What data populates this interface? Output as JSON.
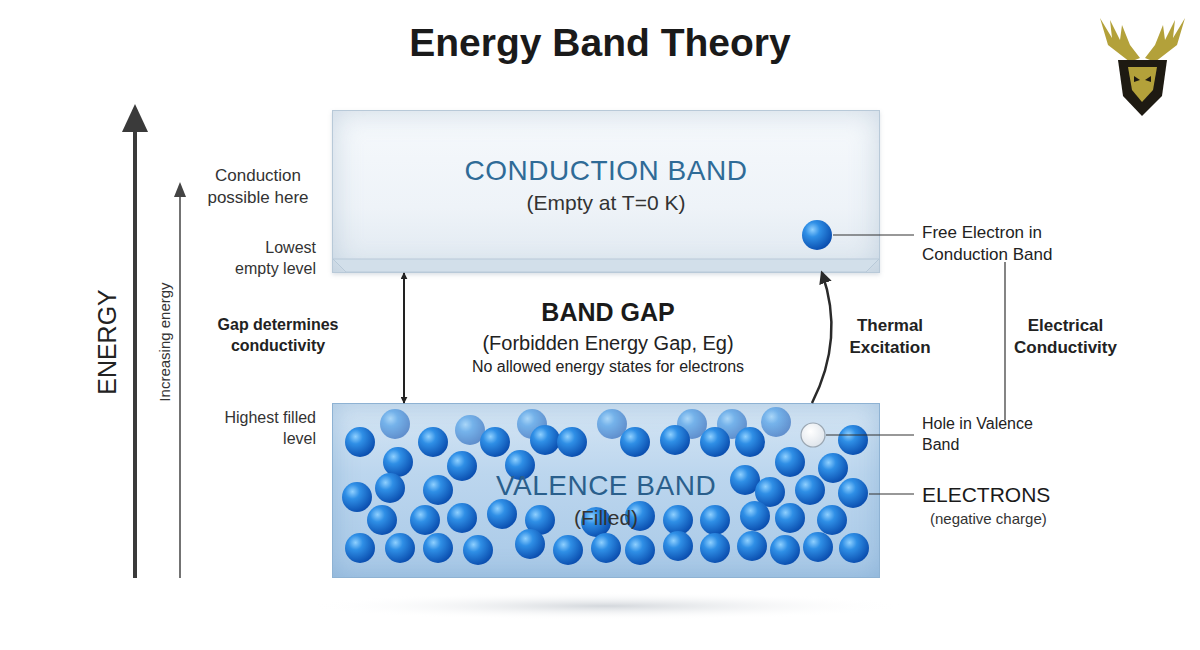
{
  "diagram": {
    "title": "Energy Band Theory",
    "nodes": [
      {
        "text": [
          "CONDUCTION BAND",
          "(Empty at T=0 K)"
        ]
      },
      {
        "text": [
          "VALENCE BAND",
          "(Filled)"
        ]
      }
    ],
    "edges": [
      {
        "from": 0,
        "to": 1,
        "arrow": "both"
      },
      {
        "from": 1,
        "to": 0,
        "label": "Thermal Excitation",
        "arrow": "to"
      }
    ],
    "labels": [
      "ENERGY",
      "Increasing energy",
      "Conduction possible here",
      "Lowest empty level",
      "Gap determines conductivity",
      "BAND GAP",
      "(Forbidden Energy Gap, Eg)",
      "No allowed energy states for electrons",
      "Highest filled level",
      "Free Electron in Conduction Band",
      "Electrical Conductivity",
      "Hole in Valence Band",
      "ELECTRONS",
      "(negative charge)"
    ]
  }
}
